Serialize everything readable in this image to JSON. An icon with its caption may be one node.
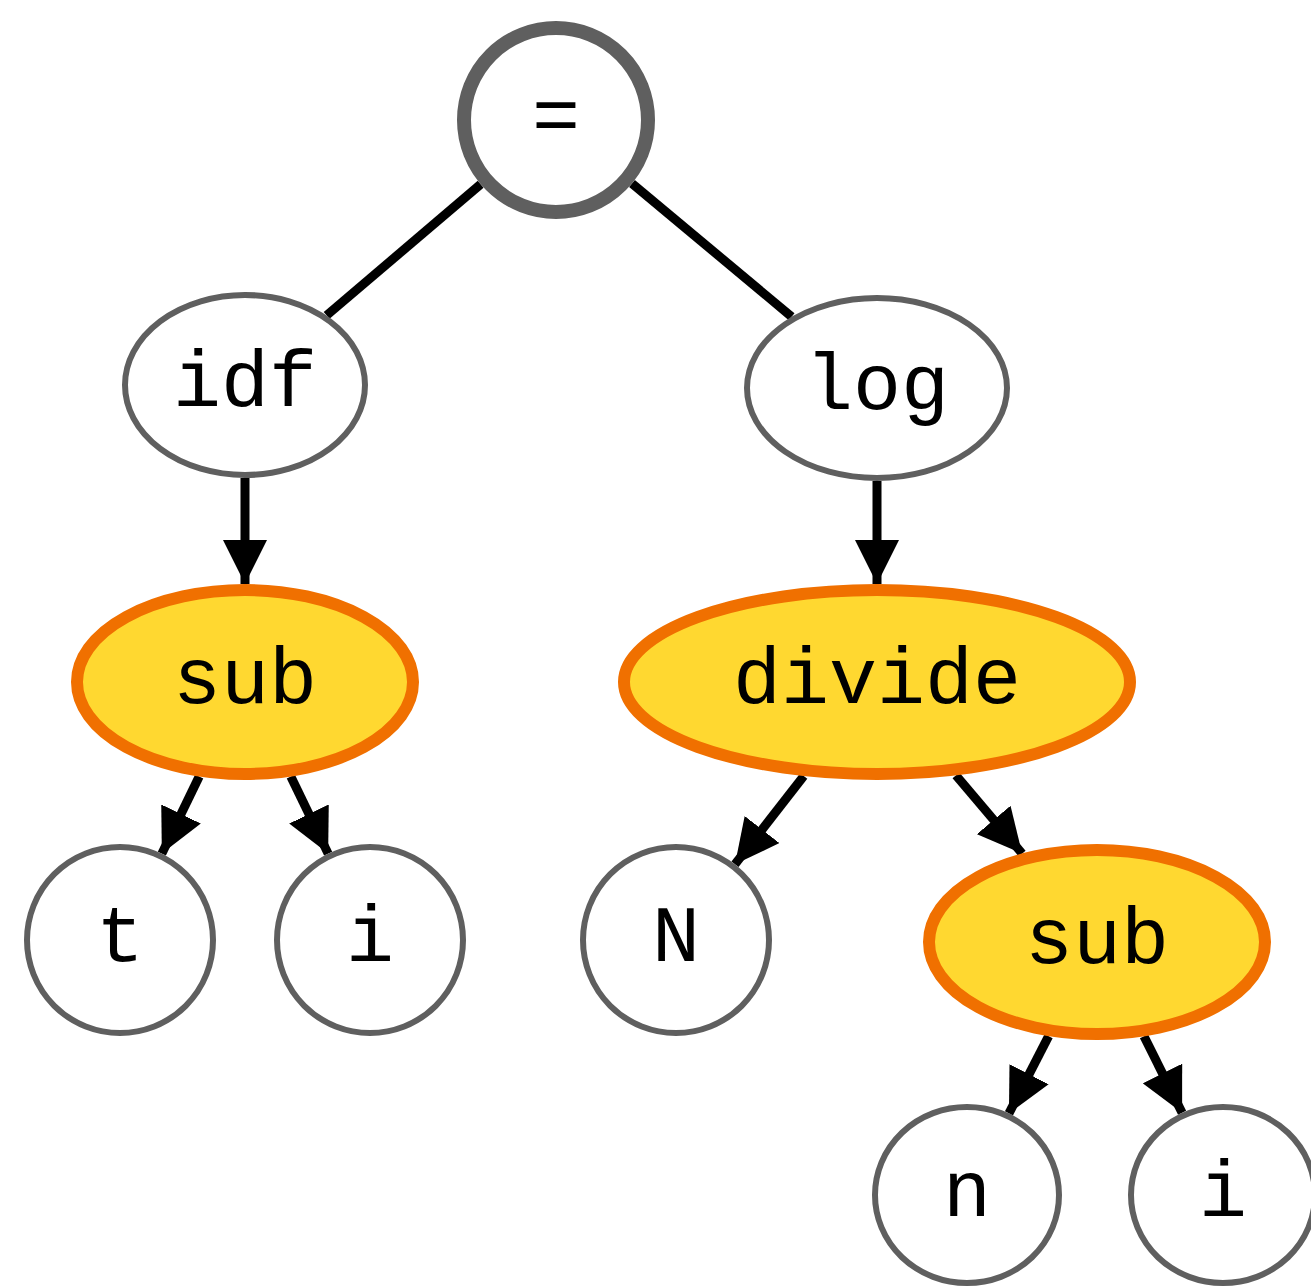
{
  "diagram": {
    "nodes": [
      {
        "text": [
          "="
        ]
      },
      {
        "text": [
          "idf"
        ]
      },
      {
        "text": [
          "log"
        ]
      },
      {
        "text": [
          "sub"
        ]
      },
      {
        "text": [
          "divide"
        ]
      },
      {
        "text": [
          "t"
        ]
      },
      {
        "text": [
          "i"
        ]
      },
      {
        "text": [
          "N"
        ]
      },
      {
        "text": [
          "sub"
        ]
      },
      {
        "text": [
          "n"
        ]
      },
      {
        "text": [
          "i"
        ]
      }
    ],
    "edges": [
      {
        "from": 0,
        "to": 1,
        "arrow": "none"
      },
      {
        "from": 0,
        "to": 2,
        "arrow": "none"
      },
      {
        "from": 1,
        "to": 3,
        "arrow": "to"
      },
      {
        "from": 2,
        "to": 4,
        "arrow": "to"
      },
      {
        "from": 3,
        "to": 5,
        "arrow": "to"
      },
      {
        "from": 3,
        "to": 6,
        "arrow": "to"
      },
      {
        "from": 4,
        "to": 7,
        "arrow": "to"
      },
      {
        "from": 4,
        "to": 8,
        "arrow": "to"
      },
      {
        "from": 8,
        "to": 9,
        "arrow": "to"
      },
      {
        "from": 8,
        "to": 10,
        "arrow": "to"
      }
    ]
  }
}
